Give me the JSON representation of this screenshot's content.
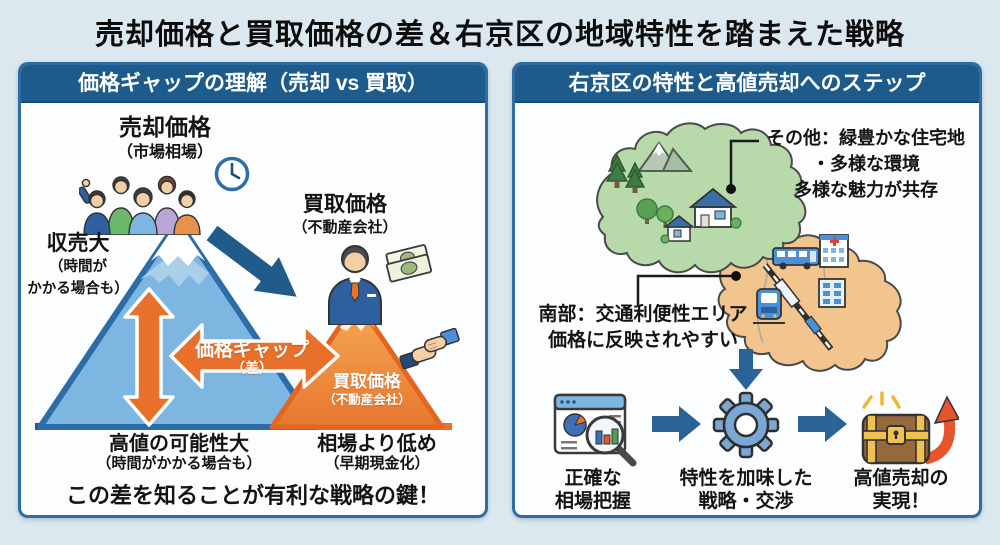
{
  "title": "売却価格と買取価格の差＆右京区の地域特性を踏まえた戦略",
  "left_panel": {
    "header": "価格ギャップの理解（売却 vs 買取）",
    "sell_price_label": "売却価格",
    "sell_price_sub": "（市場相場）",
    "seller_note_line1": "収売大",
    "seller_note_line2": "（時間が",
    "seller_note_line3": "かかる場合も）",
    "buy_price_label": "買取価格",
    "buy_price_sub": "（不動産会社）",
    "gap_label": "価格ギャップ",
    "gap_sub": "（差）",
    "mountain_buy_label": "買取価格",
    "mountain_buy_sub": "（不動産会社）",
    "bottom_left_line1": "高値の可能性大",
    "bottom_left_line2": "（時間がかかる場合も）",
    "bottom_right_line1": "相場より低め",
    "bottom_right_line2": "（早期現金化）",
    "footer": "この差を知ることが有利な戦略の鍵！"
  },
  "right_panel": {
    "header": "右京区の特性と高値売却へのステップ",
    "north_callout_line1": "その他：緑豊かな住宅地",
    "north_callout_line2": "・多様な環境",
    "north_callout_line3": "多様な魅力が共存",
    "south_callout_line1": "南部：交通利便性エリア",
    "south_callout_line2": "価格に反映されやすい",
    "steps": [
      {
        "line1": "正確な",
        "line2": "相場把握"
      },
      {
        "line1": "特性を加味した",
        "line2": "戦略・交渉"
      },
      {
        "line1": "高値売却の",
        "line2": "実現！"
      }
    ]
  },
  "icons": {
    "people_group": "five-person-crowd",
    "clock": "clock-face",
    "businessman": "suit-person",
    "money": "banknotes",
    "handshake": "handshake",
    "analysis": "browser-chart-magnifier",
    "gear": "⚙",
    "treasure_chest": "chest-with-up-arrow",
    "flow_arrow": "→",
    "down_arrow": "↓"
  },
  "colors": {
    "page_bg": "#dce8ef",
    "panel_border": "#2e6da4",
    "header_blue": "#1d5b8c",
    "mountain_blue": "#7db6e0",
    "arrow_orange": "#e8702a",
    "map_green": "#b8d9a9",
    "map_orange": "#f2c48e",
    "flow_blue": "#2a6496"
  }
}
